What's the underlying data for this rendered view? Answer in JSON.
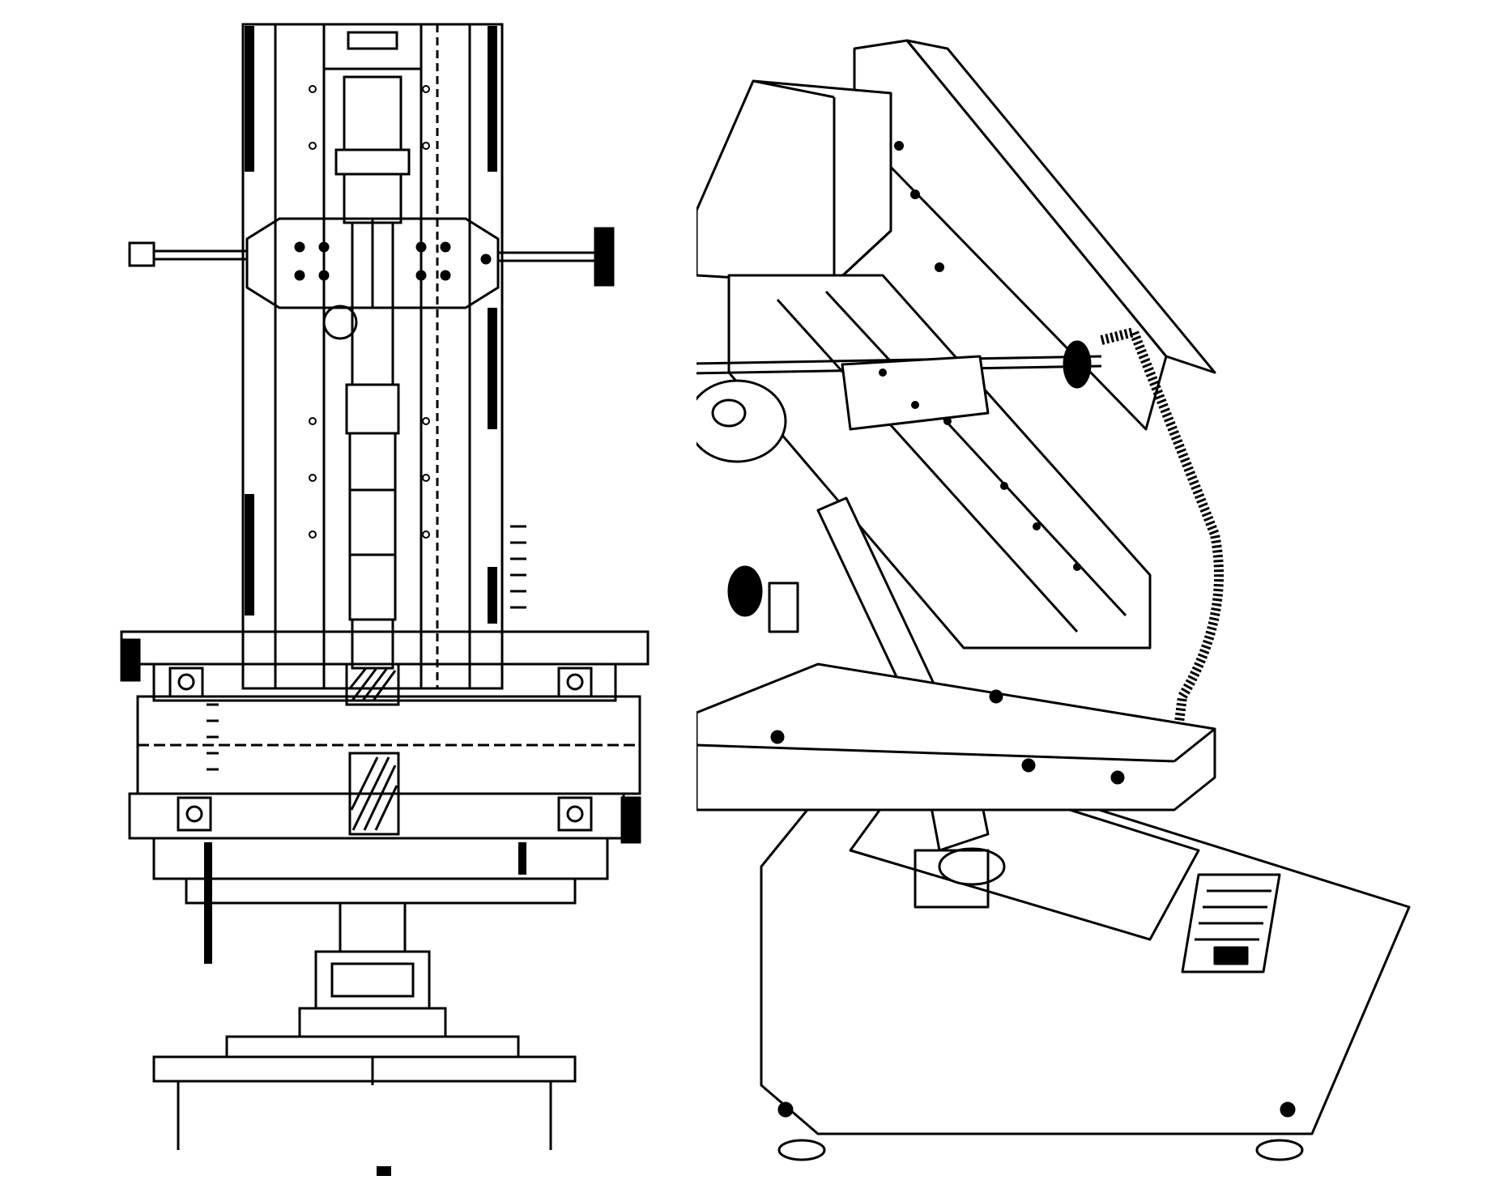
{
  "figure": {
    "views": [
      {
        "id": "front-view",
        "kind": "front-elevation-drawing"
      },
      {
        "id": "iso-view",
        "kind": "isometric-drawing"
      }
    ],
    "colors": {
      "line": "#000000",
      "background": "#ffffff"
    },
    "icons": [
      "handwheel-icon",
      "lever-icon",
      "helical-gear-icon",
      "cable-chain-icon",
      "nameplate-icon"
    ],
    "text_labels": []
  }
}
